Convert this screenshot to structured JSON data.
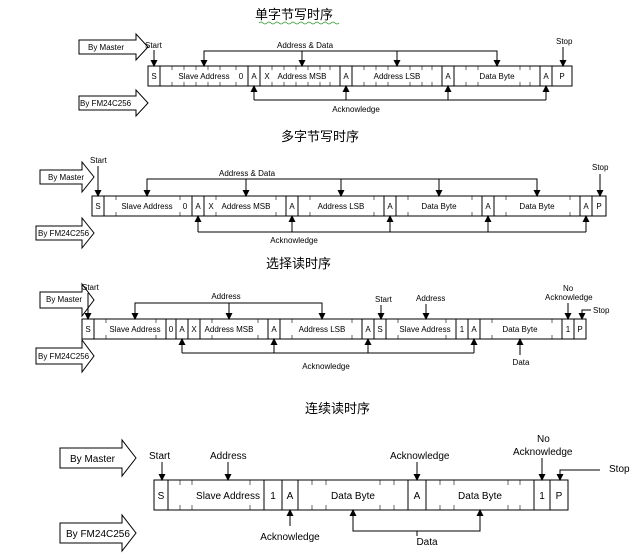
{
  "diagrams": [
    {
      "title": "单字节写时序",
      "master": "By Master",
      "device": "By FM24C256",
      "start": "Start",
      "stop": "Stop",
      "top_label": "Address & Data",
      "bottom_label": "Acknowledge",
      "cells": [
        "S",
        "Slave Address",
        "0",
        "A",
        "X",
        "Address MSB",
        "A",
        "Address LSB",
        "A",
        "Data Byte",
        "A",
        "P"
      ]
    },
    {
      "title": "多字节写时序",
      "master": "By Master",
      "device": "By FM24C256",
      "start": "Start",
      "stop": "Stop",
      "top_label": "Address & Data",
      "bottom_label": "Acknowledge",
      "cells": [
        "S",
        "Slave Address",
        "0",
        "A",
        "X",
        "Address MSB",
        "A",
        "Address LSB",
        "A",
        "Data Byte",
        "A",
        "Data Byte",
        "A",
        "P"
      ]
    },
    {
      "title": "选择读时序",
      "master": "By Master",
      "device": "By FM24C256",
      "start": "Start",
      "start2": "Start",
      "address2": "Address",
      "no_ack": [
        "No",
        "Acknowledge"
      ],
      "stop": "Stop",
      "top_label": "Address",
      "bottom_label": "Acknowledge",
      "data_label": "Data",
      "cells": [
        "S",
        "Slave Address",
        "0",
        "A",
        "X",
        "Address MSB",
        "A",
        "Address LSB",
        "A",
        "S",
        "Slave Address",
        "1",
        "A",
        "Data Byte",
        "1",
        "P"
      ]
    },
    {
      "title": "连续读时序",
      "master": "By Master",
      "device": "By FM24C256",
      "start": "Start",
      "address": "Address",
      "ack_top": "Acknowledge",
      "no_ack": [
        "No",
        "Acknowledge"
      ],
      "stop": "Stop",
      "bottom_label": "Acknowledge",
      "data_label": "Data",
      "cells": [
        "S",
        "Slave Address",
        "1",
        "A",
        "Data Byte",
        "A",
        "Data Byte",
        "1",
        "P"
      ]
    }
  ],
  "colors": {
    "ink": "#000000",
    "wavy_underline": "#2e9a2e"
  }
}
